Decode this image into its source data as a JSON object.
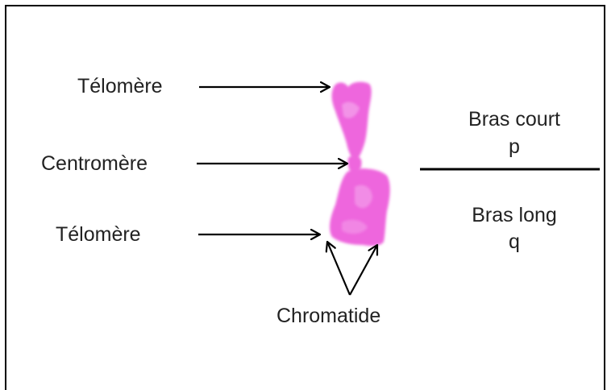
{
  "labels": {
    "telomere_top": "Télomère",
    "centromere": "Centromère",
    "telomere_bottom": "Télomère",
    "chromatide": "Chromatide"
  },
  "arms": {
    "short_arm": {
      "name": "Bras court",
      "symbol": "p"
    },
    "long_arm": {
      "name": "Bras long",
      "symbol": "q"
    }
  },
  "colors": {
    "chromosome": "#ee66dd",
    "chromosome_light": "#f4a6ec",
    "text": "#222222",
    "line": "#000000"
  }
}
